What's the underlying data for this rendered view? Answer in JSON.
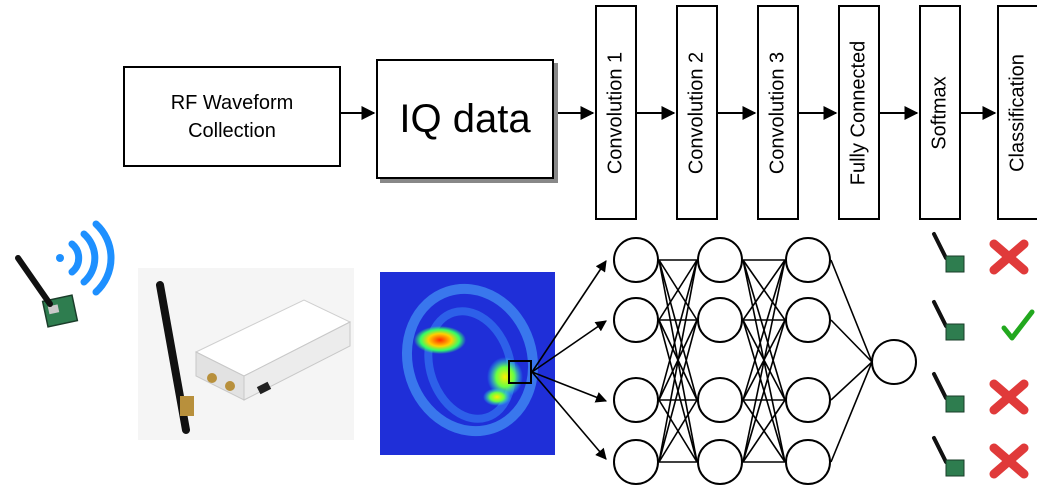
{
  "pipeline": {
    "rf_collection": "RF Waveform Collection",
    "iq_data": "IQ data",
    "layers": [
      "Convolution 1",
      "Convolution 2",
      "Convolution 3",
      "Fully Connected",
      "Softmax",
      "Classification"
    ]
  },
  "colors": {
    "wifi_waves": "#1e90ff",
    "cross": "#e03a3a",
    "check": "#22a81e",
    "heatmap_bg": "#1f2fd8"
  },
  "results": [
    "cross",
    "check",
    "cross",
    "cross"
  ]
}
